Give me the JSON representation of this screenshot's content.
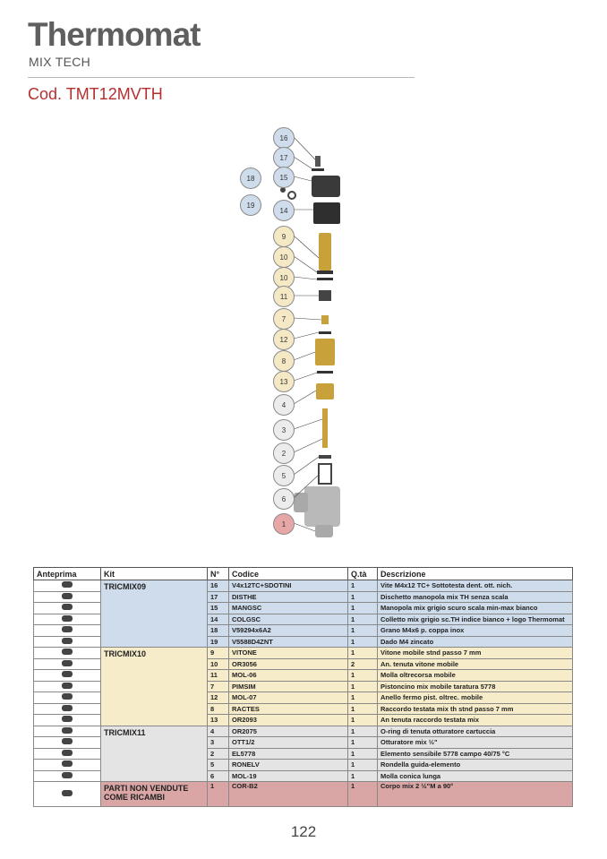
{
  "header": {
    "brand": "Thermomat",
    "subtitle": "MIX TECH",
    "code": "Cod. TMT12MVTH"
  },
  "diagram": {
    "callouts": [
      {
        "num": "16",
        "group": "blue"
      },
      {
        "num": "17",
        "group": "blue"
      },
      {
        "num": "18",
        "group": "blue"
      },
      {
        "num": "15",
        "group": "blue"
      },
      {
        "num": "19",
        "group": "blue"
      },
      {
        "num": "14",
        "group": "blue"
      },
      {
        "num": "9",
        "group": "yellow"
      },
      {
        "num": "10",
        "group": "yellow"
      },
      {
        "num": "10",
        "group": "yellow"
      },
      {
        "num": "11",
        "group": "yellow"
      },
      {
        "num": "7",
        "group": "yellow"
      },
      {
        "num": "12",
        "group": "yellow"
      },
      {
        "num": "8",
        "group": "yellow"
      },
      {
        "num": "13",
        "group": "yellow"
      },
      {
        "num": "4",
        "group": "grey"
      },
      {
        "num": "3",
        "group": "grey"
      },
      {
        "num": "2",
        "group": "grey"
      },
      {
        "num": "5",
        "group": "grey"
      },
      {
        "num": "6",
        "group": "grey"
      },
      {
        "num": "1",
        "group": "red"
      }
    ]
  },
  "table": {
    "headers": [
      "Anteprima",
      "Kit",
      "N°",
      "Codice",
      "Q.tà",
      "Descrizione"
    ],
    "kits": [
      {
        "name": "TRICMIX09",
        "group": "blue",
        "rows": [
          {
            "n": "16",
            "code": "V4x12TC+SDOTINI",
            "qty": "1",
            "desc": "Vite M4x12 TC+ Sottotesta dent. ott. nich."
          },
          {
            "n": "17",
            "code": "DISTHE",
            "qty": "1",
            "desc": "Dischetto manopola mix TH senza scala"
          },
          {
            "n": "15",
            "code": "MANGSC",
            "qty": "1",
            "desc": "Manopola mix grigio scuro scala min-max bianco"
          },
          {
            "n": "14",
            "code": "COLGSC",
            "qty": "1",
            "desc": "Colletto mix grigio sc.TH indice bianco + logo Thermomat"
          },
          {
            "n": "18",
            "code": "V59294x6A2",
            "qty": "1",
            "desc": "Grano M4x6 p. coppa inox"
          },
          {
            "n": "19",
            "code": "V5588D4ZNT",
            "qty": "1",
            "desc": "Dado M4 zincato"
          }
        ]
      },
      {
        "name": "TRICMIX10",
        "group": "yellow",
        "rows": [
          {
            "n": "9",
            "code": "VITONE",
            "qty": "1",
            "desc": "Vitone mobile stnd passo 7 mm"
          },
          {
            "n": "10",
            "code": "OR3056",
            "qty": "2",
            "desc": "An. tenuta vitone mobile"
          },
          {
            "n": "11",
            "code": "MOL-06",
            "qty": "1",
            "desc": "Molla oltrecorsa mobile"
          },
          {
            "n": "7",
            "code": "PIMSIM",
            "qty": "1",
            "desc": "Pistoncino mix mobile taratura 5778"
          },
          {
            "n": "12",
            "code": "MOL-07",
            "qty": "1",
            "desc": "Anello fermo pist. oltrec. mobile"
          },
          {
            "n": "8",
            "code": "RACTES",
            "qty": "1",
            "desc": "Raccordo testata mix th stnd passo 7 mm"
          },
          {
            "n": "13",
            "code": "OR2093",
            "qty": "1",
            "desc": "An tenuta raccordo testata mix"
          }
        ]
      },
      {
        "name": "TRICMIX11",
        "group": "grey",
        "rows": [
          {
            "n": "4",
            "code": "OR2075",
            "qty": "1",
            "desc": "O-ring di tenuta otturatore cartuccia"
          },
          {
            "n": "3",
            "code": "OTT1/2",
            "qty": "1",
            "desc": "Otturatore mix ½\""
          },
          {
            "n": "2",
            "code": "EL5778",
            "qty": "1",
            "desc": "Elemento sensibile 5778 campo 40/75 °C"
          },
          {
            "n": "5",
            "code": "RONELV",
            "qty": "1",
            "desc": "Rondella guida-elemento"
          },
          {
            "n": "6",
            "code": "MOL-19",
            "qty": "1",
            "desc": "Molla conica lunga"
          }
        ]
      },
      {
        "name": "PARTI NON VENDUTE COME RICAMBI",
        "group": "red",
        "rows": [
          {
            "n": "1",
            "code": "COR-B2",
            "qty": "1",
            "desc": "Corpo mix 2 ½\"M a 90°"
          }
        ]
      }
    ]
  },
  "footer": {
    "page_number": "122"
  },
  "colors": {
    "brand": "#5f5f5f",
    "code": "#b52f2f",
    "blue": "#cfdceb",
    "yellow": "#f6ecc9",
    "grey": "#e4e4e4",
    "red": "#d9a5a5"
  }
}
